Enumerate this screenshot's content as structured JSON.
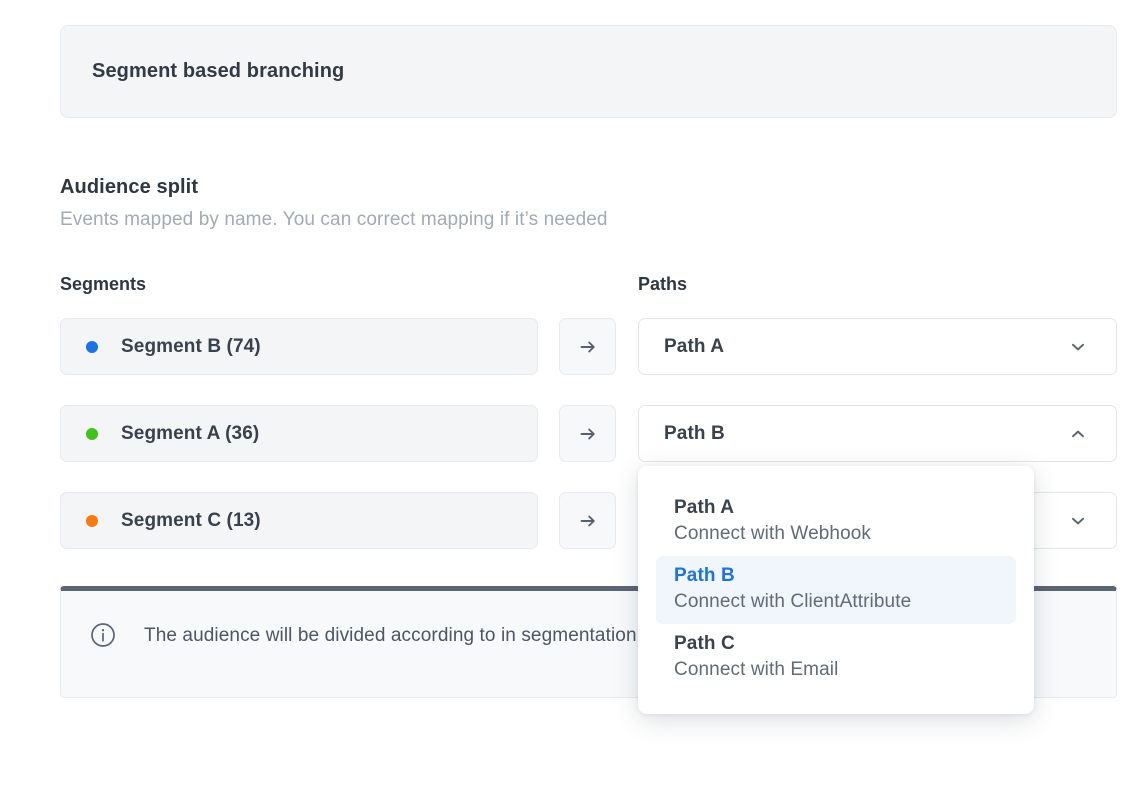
{
  "header": {
    "title": "Segment based branching"
  },
  "section": {
    "title": "Audience split",
    "subtitle": "Events mapped by name. You can correct mapping if it’s needed"
  },
  "columns": {
    "segments_label": "Segments",
    "paths_label": "Paths"
  },
  "colors": {
    "segment_b_dot": "#1a73e8",
    "segment_a_dot": "#3fc316",
    "segment_c_dot": "#f97b0f",
    "accent_blue": "#1a73e8",
    "highlight_bg": "#f1f6fd",
    "info_border_top": "#5b6573"
  },
  "rows": [
    {
      "segment_label": "Segment B (74)",
      "dot_color": "#1a73e8",
      "arrow_icon": "arrow-right-icon",
      "path_label": "Path A",
      "chevron_icon": "chevron-down-icon",
      "expanded": false
    },
    {
      "segment_label": "Segment A (36)",
      "dot_color": "#3fc316",
      "arrow_icon": "arrow-right-icon",
      "path_label": "Path B",
      "chevron_icon": "chevron-up-icon",
      "expanded": true
    },
    {
      "segment_label": "Segment C (13)",
      "dot_color": "#f97b0f",
      "arrow_icon": "arrow-right-icon",
      "path_label": "",
      "chevron_icon": "chevron-down-icon",
      "expanded": false
    }
  ],
  "dropdown": {
    "options": [
      {
        "title": "Path A",
        "description": "Connect with Webhook",
        "selected": false
      },
      {
        "title": "Path B",
        "description": "Connect with ClientAttribute",
        "selected": true
      },
      {
        "title": "Path C",
        "description": "Connect with Email",
        "selected": false
      }
    ]
  },
  "info": {
    "icon": "info-circle-icon",
    "text": "The audience will be divided according to in segmentation"
  }
}
